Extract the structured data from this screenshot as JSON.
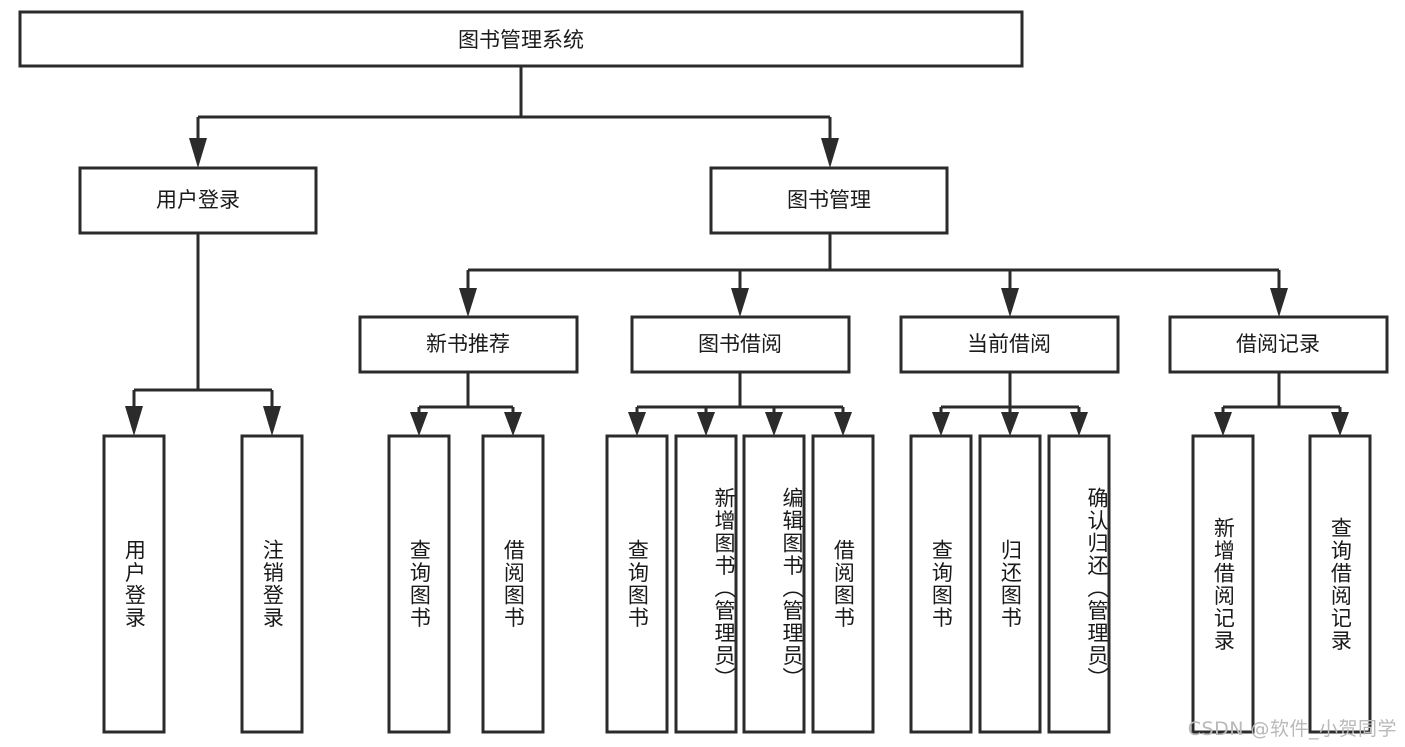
{
  "diagram": {
    "title": "图书管理系统",
    "type": "tree",
    "watermark": "CSDN @软件_小贺同学",
    "colors": {
      "box_stroke": "#2b2b2b",
      "box_fill": "#ffffff",
      "connector": "#2b2b2b",
      "text": "#1a1a1a",
      "watermark": "#b9b9b9",
      "background": "#ffffff"
    },
    "root": {
      "label": "图书管理系统"
    },
    "level2": [
      {
        "label": "用户登录"
      },
      {
        "label": "图书管理"
      }
    ],
    "level3": [
      {
        "label": "新书推荐"
      },
      {
        "label": "图书借阅"
      },
      {
        "label": "当前借阅"
      },
      {
        "label": "借阅记录"
      }
    ],
    "leaves": {
      "user_login": [
        {
          "label": "用户登录"
        },
        {
          "label": "注销登录"
        }
      ],
      "new_book_recommend": [
        {
          "label": "查询图书"
        },
        {
          "label": "借阅图书"
        }
      ],
      "book_borrow": [
        {
          "label": "查询图书"
        },
        {
          "label": "新增图书（管理员）"
        },
        {
          "label": "编辑图书（管理员）"
        },
        {
          "label": "借阅图书"
        }
      ],
      "current_borrow": [
        {
          "label": "查询图书"
        },
        {
          "label": "归还图书"
        },
        {
          "label": "确认归还（管理员）"
        }
      ],
      "borrow_record": [
        {
          "label": "新增借阅记录"
        },
        {
          "label": "查询借阅记录"
        }
      ]
    }
  }
}
